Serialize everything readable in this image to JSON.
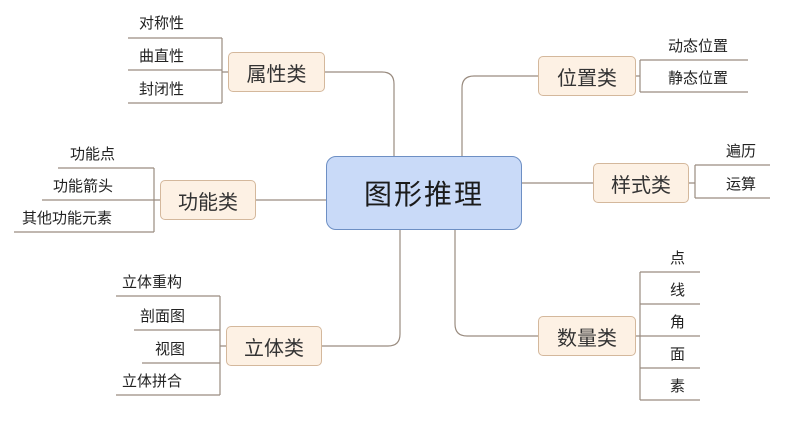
{
  "root": {
    "label": "图形推理"
  },
  "categories": {
    "attributes": {
      "label": "属性类",
      "items": [
        "对称性",
        "曲直性",
        "封闭性"
      ]
    },
    "function": {
      "label": "功能类",
      "items": [
        "功能点",
        "功能箭头",
        "其他功能元素"
      ]
    },
    "solid": {
      "label": "立体类",
      "items": [
        "立体重构",
        "剖面图",
        "视图",
        "立体拼合"
      ]
    },
    "position": {
      "label": "位置类",
      "items": [
        "动态位置",
        "静态位置"
      ]
    },
    "style": {
      "label": "样式类",
      "items": [
        "遍历",
        "运算"
      ]
    },
    "quantity": {
      "label": "数量类",
      "items": [
        "点",
        "线",
        "角",
        "面",
        "素"
      ]
    }
  }
}
